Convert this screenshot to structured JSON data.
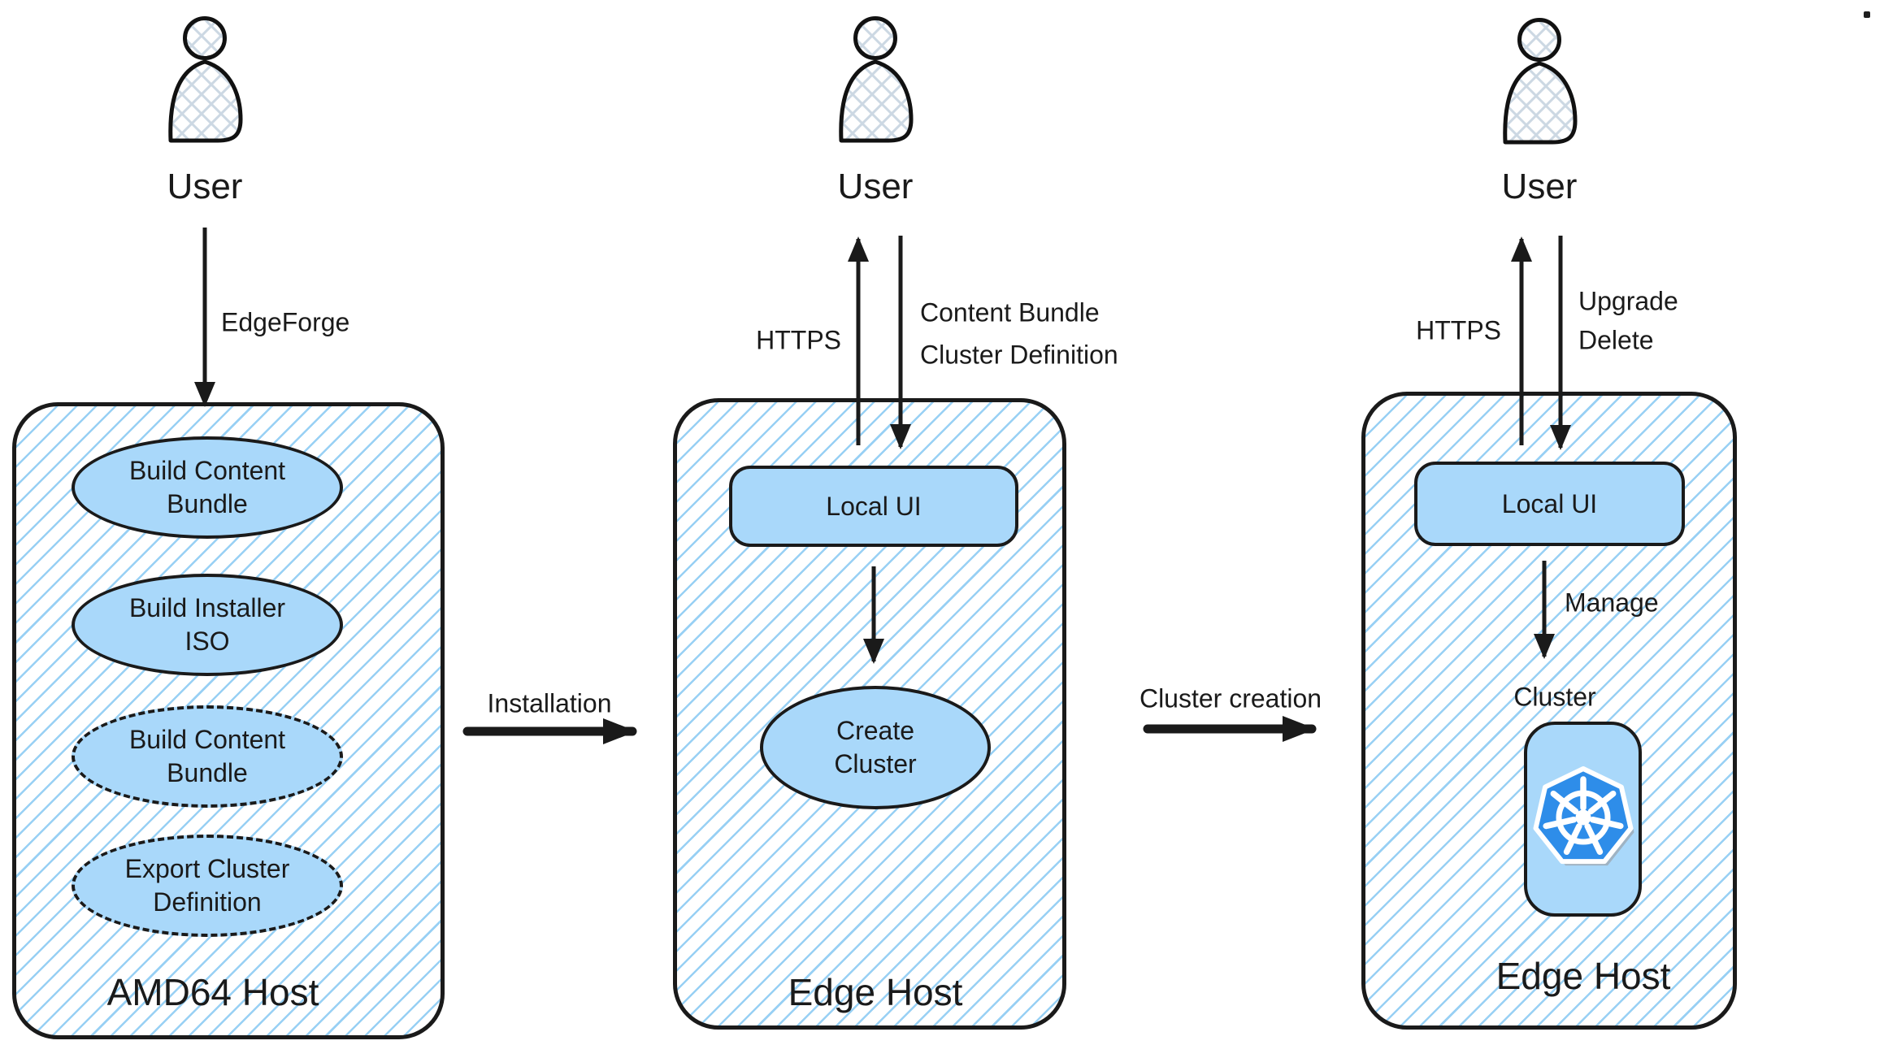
{
  "colors": {
    "shape_fill": "#a9d8fa",
    "hatch_line": "#86c8f2",
    "outline": "#1a1a1a",
    "kubernetes_blue": "#2e8de9",
    "background": "#ffffff"
  },
  "icons": {
    "actor": "user-person-icon",
    "cluster": "kubernetes-helm-icon"
  },
  "panels": [
    {
      "actor_label": "User",
      "actor_arrow_label": "EdgeForge",
      "host_label": "AMD64 Host",
      "ellipses": [
        {
          "line1": "Build Content",
          "line2": "Bundle",
          "border": "solid"
        },
        {
          "line1": "Build Installer",
          "line2": "ISO",
          "border": "solid"
        },
        {
          "line1": "Build Content",
          "line2": "Bundle",
          "border": "dashed"
        },
        {
          "line1": "Export Cluster",
          "line2": "Definition",
          "border": "dashed"
        }
      ]
    },
    {
      "actor_label": "User",
      "up_arrow_label": "HTTPS",
      "down_arrow_label_1": "Content Bundle",
      "down_arrow_label_2": "Cluster Definition",
      "local_ui_label": "Local UI",
      "ellipse": {
        "line1": "Create",
        "line2": "Cluster"
      },
      "host_label": "Edge Host"
    },
    {
      "actor_label": "User",
      "up_arrow_label": "HTTPS",
      "down_arrow_label_1": "Upgrade",
      "down_arrow_label_2": "Delete",
      "local_ui_label": "Local UI",
      "manage_arrow_label": "Manage",
      "cluster_caption": "Cluster",
      "host_label": "Edge Host"
    }
  ],
  "flows": [
    {
      "label": "Installation"
    },
    {
      "label": "Cluster creation"
    }
  ]
}
